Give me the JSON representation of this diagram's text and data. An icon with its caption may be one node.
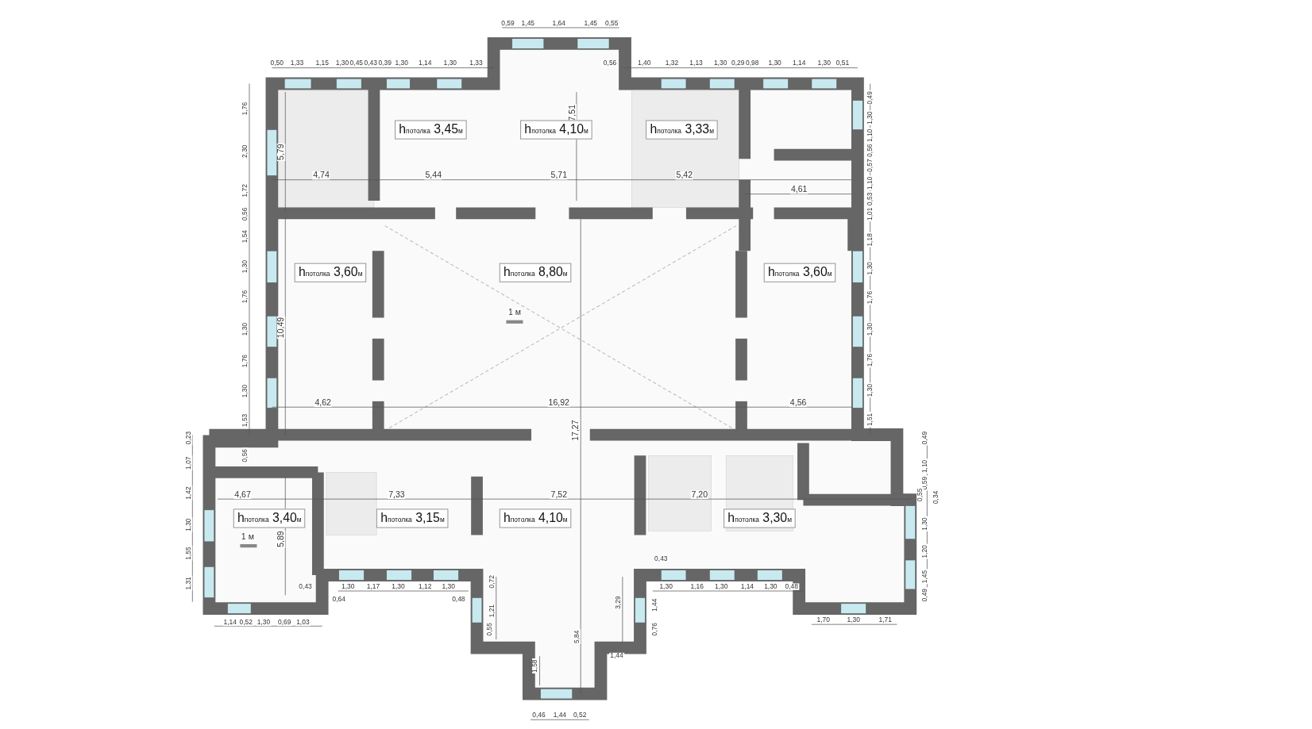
{
  "diagram": {
    "nodes": [
      {
        "text": [
          "h$_{потолка}$ 3,45$_{м}$"
        ]
      },
      {
        "text": [
          "h$_{потолка}$ 4,10$_{м}$"
        ]
      },
      {
        "text": [
          "h$_{потолка}$ 3,33$_{м}$"
        ]
      },
      {
        "text": [
          "h$_{потолка}$ 3,60$_{м}$"
        ]
      },
      {
        "text": [
          "h$_{потолка}$ 8,80$_{м}$"
        ]
      },
      {
        "text": [
          "h$_{потолка}$ 3,60$_{м}$"
        ]
      },
      {
        "text": [
          "h$_{потолка}$ 3,40$_{м}$"
        ]
      },
      {
        "text": [
          "h$_{потолка}$ 3,15$_{м}$"
        ]
      },
      {
        "text": [
          "h$_{потолка}$ 4,10$_{м}$"
        ]
      },
      {
        "text": [
          "h$_{потолка}$ 3,30$_{м}$"
        ]
      }
    ],
    "labels": [
      "0,59",
      "1,45",
      "1,64",
      "1,45",
      "0,55",
      "0,50",
      "1,33",
      "1,15",
      "1,30",
      "0,45",
      "0,43",
      "0,39",
      "1,30",
      "1,14",
      "1,30",
      "1,33",
      "0,56",
      "1,40",
      "1,32",
      "1,13",
      "1,30",
      "0,29",
      "0,98",
      "1,30",
      "1,14",
      "1,30",
      "0,51",
      "1,76",
      "2,30",
      "1,72",
      "0,56",
      "1,54",
      "1,30",
      "1,76",
      "1,30",
      "1,76",
      "1,30",
      "1,53",
      "0,23",
      "1,07",
      "0,56",
      "1,42",
      "1,30",
      "1,55",
      "1,31",
      "0,49",
      "1,30",
      "1,10",
      "0,56",
      "0,57",
      "1,10",
      "0,53",
      "1,01",
      "1,18",
      "1,30",
      "1,76",
      "1,30",
      "1,76",
      "1,30",
      "1,51",
      "0,49",
      "1,10",
      "0,59",
      "0,55",
      "0,34",
      "1,30",
      "1,20",
      "1,45",
      "0,49",
      "7,51",
      "5,79",
      "4,74",
      "5,44",
      "5,71",
      "5,42",
      "4,61",
      "1 м",
      "10,49",
      "4,62",
      "16,92",
      "4,56",
      "17,27",
      "4,67",
      "7,33",
      "7,52",
      "7,20",
      "1 м",
      "5,89",
      "0,43",
      "0,43",
      "1,30",
      "1,17",
      "1,30",
      "1,12",
      "1,30",
      "0,64",
      "0,48",
      "0,72",
      "1,21",
      "0,55",
      "1,30",
      "1,16",
      "1,30",
      "1,14",
      "1,30",
      "0,48",
      "3,29",
      "1,44",
      "0,76",
      "1,44",
      "1,58",
      "5,84",
      "1,14",
      "0,52",
      "1,30",
      "0,69",
      "1,03",
      "0,46",
      "1,44",
      "0,52",
      "1,70",
      "1,30",
      "1,71"
    ]
  }
}
